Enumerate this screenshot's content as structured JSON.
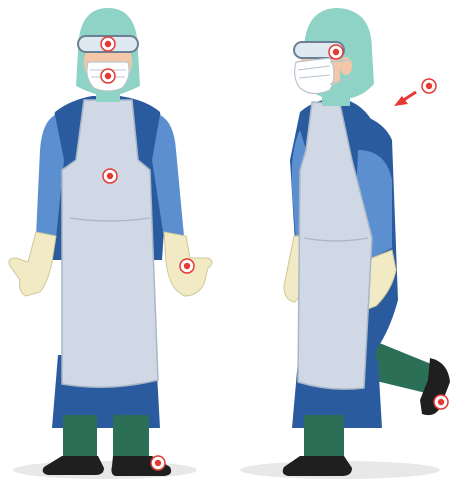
{
  "scene": {
    "title": "",
    "figures": [
      {
        "name": "front-view",
        "markers": [
          "goggles",
          "mask",
          "apron-chest",
          "glove-left",
          "shoe-right"
        ]
      },
      {
        "name": "side-view",
        "markers": [
          "goggles",
          "neck-back",
          "shoe-back"
        ]
      }
    ],
    "colors": {
      "cap": "#8ed3c6",
      "skin": "#f3c7a8",
      "gown": "#2b5b9f",
      "sleeve": "#5b8fd0",
      "apron": "#cfd8e4",
      "apron_edge": "#a9b7c8",
      "glove": "#f1eac4",
      "pants": "#2a6f56",
      "shoe": "#1f1f1f",
      "marker_red": "#e53935",
      "shadow": "#e6e6e6"
    }
  }
}
